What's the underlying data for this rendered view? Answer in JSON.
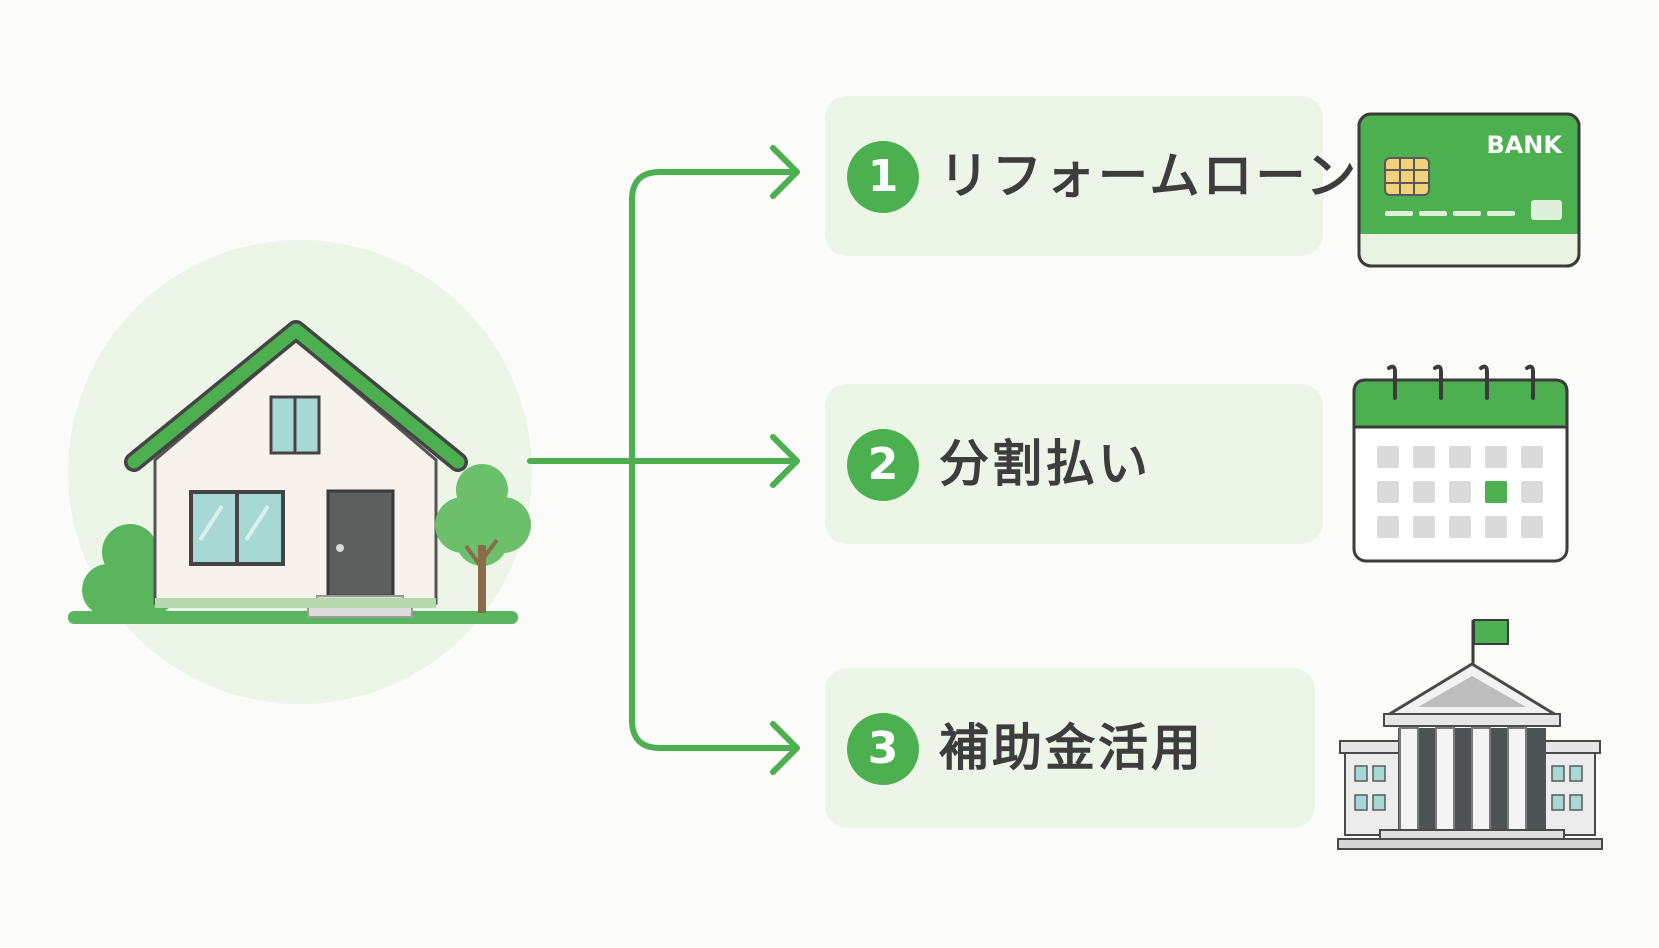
{
  "options": [
    {
      "number": "1",
      "label": "リフォームローン",
      "icon": "bank-card-icon"
    },
    {
      "number": "2",
      "label": "分割払い",
      "icon": "calendar-icon"
    },
    {
      "number": "3",
      "label": "補助金活用",
      "icon": "government-building-icon"
    }
  ],
  "card": {
    "brand_text": "BANK"
  },
  "colors": {
    "accent": "#4caf50",
    "accent_dark": "#3d9a40",
    "box_fill": "#ecf5e7",
    "text": "#3d3d3d",
    "background": "#fbfcfa"
  }
}
